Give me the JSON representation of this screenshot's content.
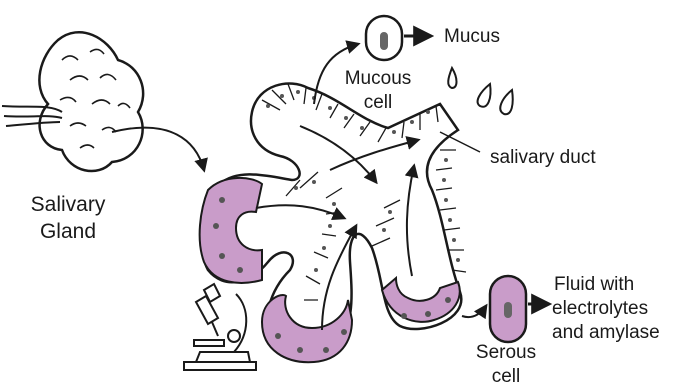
{
  "labels": {
    "gland_line1": "Salivary",
    "gland_line2": "Gland",
    "mucous_line1": "Mucous",
    "mucous_line2": "cell",
    "mucus": "Mucus",
    "duct": "salivary duct",
    "serous_line1": "Serous",
    "serous_line2": "cell",
    "fluid_line1": "Fluid with",
    "fluid_line2": "electrolytes",
    "fluid_line3": "and amylase"
  },
  "icons": [
    "salivary-gland",
    "mucous-cell",
    "serous-cell",
    "microscope",
    "gland-tubule",
    "saliva-droplet"
  ],
  "colors": {
    "serous_fill": "#c99cc9",
    "cell_nucleus": "#555555",
    "outline": "#1a1a1a"
  }
}
